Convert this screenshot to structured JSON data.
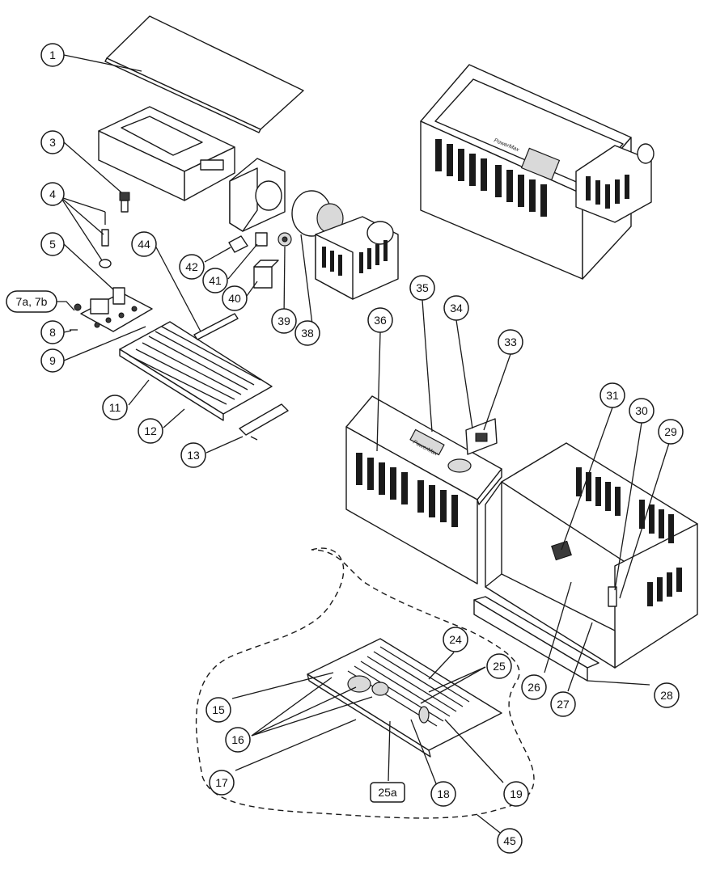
{
  "diagram": {
    "brand_text": "PowerMax",
    "callouts": [
      {
        "id": "c1",
        "label": "1"
      },
      {
        "id": "c3",
        "label": "3"
      },
      {
        "id": "c4",
        "label": "4"
      },
      {
        "id": "c5",
        "label": "5"
      },
      {
        "id": "c7",
        "label": "7a, 7b"
      },
      {
        "id": "c8",
        "label": "8"
      },
      {
        "id": "c9",
        "label": "9"
      },
      {
        "id": "c11",
        "label": "11"
      },
      {
        "id": "c12",
        "label": "12"
      },
      {
        "id": "c13",
        "label": "13"
      },
      {
        "id": "c15",
        "label": "15"
      },
      {
        "id": "c16",
        "label": "16"
      },
      {
        "id": "c17",
        "label": "17"
      },
      {
        "id": "c18",
        "label": "18"
      },
      {
        "id": "c19",
        "label": "19"
      },
      {
        "id": "c24",
        "label": "24"
      },
      {
        "id": "c25",
        "label": "25"
      },
      {
        "id": "c25a",
        "label": "25a"
      },
      {
        "id": "c26",
        "label": "26"
      },
      {
        "id": "c27",
        "label": "27"
      },
      {
        "id": "c28",
        "label": "28"
      },
      {
        "id": "c29",
        "label": "29"
      },
      {
        "id": "c30",
        "label": "30"
      },
      {
        "id": "c31",
        "label": "31"
      },
      {
        "id": "c33",
        "label": "33"
      },
      {
        "id": "c34",
        "label": "34"
      },
      {
        "id": "c35",
        "label": "35"
      },
      {
        "id": "c36",
        "label": "36"
      },
      {
        "id": "c38",
        "label": "38"
      },
      {
        "id": "c39",
        "label": "39"
      },
      {
        "id": "c40",
        "label": "40"
      },
      {
        "id": "c41",
        "label": "41"
      },
      {
        "id": "c42",
        "label": "42"
      },
      {
        "id": "c44",
        "label": "44"
      },
      {
        "id": "c45",
        "label": "45"
      }
    ]
  }
}
